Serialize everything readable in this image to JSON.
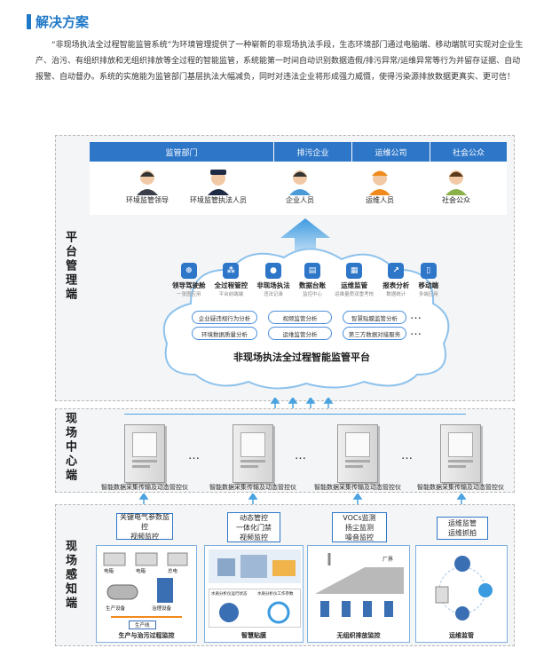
{
  "heading": "解决方案",
  "intro": "“非现场执法全过程智能监管系统”为环境管理提供了一种崭新的非现场执法手段，生态环境部门通过电脑端、移动端就可实现对企业生产、治污、有组织排放和无组织排放等全过程的智能监管，系统能第一时间自动识别数据造假/排污异常/运维异常等行为并留存证据、自动报警、自动督办。系统的实施能为监管部门基层执法大幅减负，同时对违法企业将形成强力威慑，使得污染源排放数据更真实、更可信！",
  "bands": {
    "platform": "平台管理端",
    "center": "现场中心端",
    "field": "现场感知端"
  },
  "tabs": [
    "监管部门",
    "排污企业",
    "运维公司",
    "社会公众"
  ],
  "people": [
    "环境监管领导",
    "环境监管执法人员",
    "企业人员",
    "运维人员",
    "社会公众"
  ],
  "cloud": {
    "title": "非现场执法全过程智能监管平台",
    "modules": [
      {
        "name": "领导驾驶舱",
        "sub": "一张图应用"
      },
      {
        "name": "全过程管控",
        "sub": "平台前端端"
      },
      {
        "name": "非现场执法",
        "sub": "违法记录"
      },
      {
        "name": "数据台账",
        "sub": "监控中心"
      },
      {
        "name": "运维监管",
        "sub": "运维量质双重考核"
      },
      {
        "name": "报表分析",
        "sub": "数据统计"
      },
      {
        "name": "移动端",
        "sub": "多端应用"
      }
    ],
    "pills": [
      "企业疑违规行为分析",
      "视频监管分析",
      "智慧贴膜监管分析",
      "环境数据质量分析",
      "运维监管分析",
      "第三方数据对接服务"
    ],
    "more": "…"
  },
  "devices": [
    "智能数据采集传输及动态管控仪",
    "智能数据采集传输及动态管控仪",
    "智能数据采集传输及动态管控仪",
    "智能数据采集传输及动态管控仪"
  ],
  "ellipsis": "…",
  "field_boxes": [
    "关键电气参数监控\n视频监控",
    "动态管控\n一体化门禁\n视频监控",
    "VOCs监测\n扬尘监测\n噪音监控",
    "运维监管\n运维抓拍"
  ],
  "panels": [
    {
      "caption": "生产与治污过程监控",
      "labels": [
        "电箱",
        "电箱",
        "总电",
        "生产设备",
        "治理设备",
        "生产线"
      ]
    },
    {
      "caption": "智慧贴膜",
      "labels": [
        "水质分析仪运行状态",
        "水质分析仪工作参数"
      ]
    },
    {
      "caption": "无组织排放监控",
      "labels": [
        "厂界"
      ]
    },
    {
      "caption": "运维监管",
      "labels": []
    }
  ],
  "colors": {
    "primary": "#2d76c8",
    "arrow": "#4aa3e0"
  }
}
